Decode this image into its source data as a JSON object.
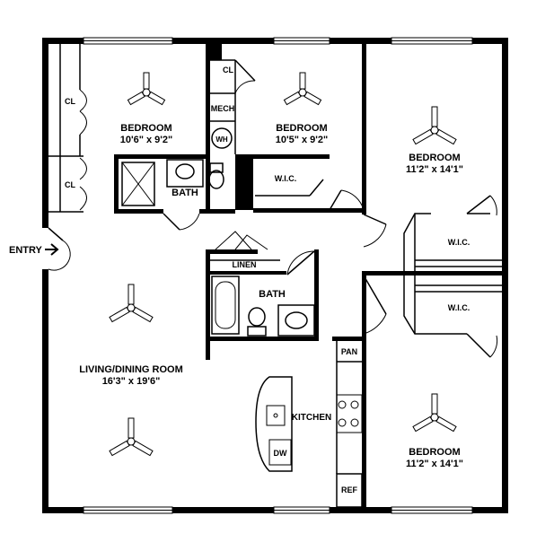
{
  "rooms": {
    "bedroom_1": {
      "name": "BEDROOM",
      "size": "10'6\" x 9'2\""
    },
    "bedroom_2": {
      "name": "BEDROOM",
      "size": "10'5\" x 9'2\""
    },
    "bedroom_3": {
      "name": "BEDROOM",
      "size": "11'2\" x 14'1\""
    },
    "bedroom_4": {
      "name": "BEDROOM",
      "size": "11'2\" x 14'1\""
    },
    "living": {
      "name": "LIVING/DINING ROOM",
      "size": "16'3\" x 19'6\""
    },
    "bath_1": "BATH",
    "bath_2": "BATH",
    "kitchen": "KITCHEN"
  },
  "labels": {
    "entry": "ENTRY",
    "closet_1": "CL",
    "closet_2": "CL",
    "closet_3": "CL",
    "mech": "MECH",
    "water_heater": "WH",
    "wic_1": "W.I.C.",
    "wic_2": "W.I.C.",
    "wic_3": "W.I.C.",
    "linen": "LINEN",
    "pantry": "PAN",
    "dishwasher": "DW",
    "refrigerator": "REF"
  }
}
